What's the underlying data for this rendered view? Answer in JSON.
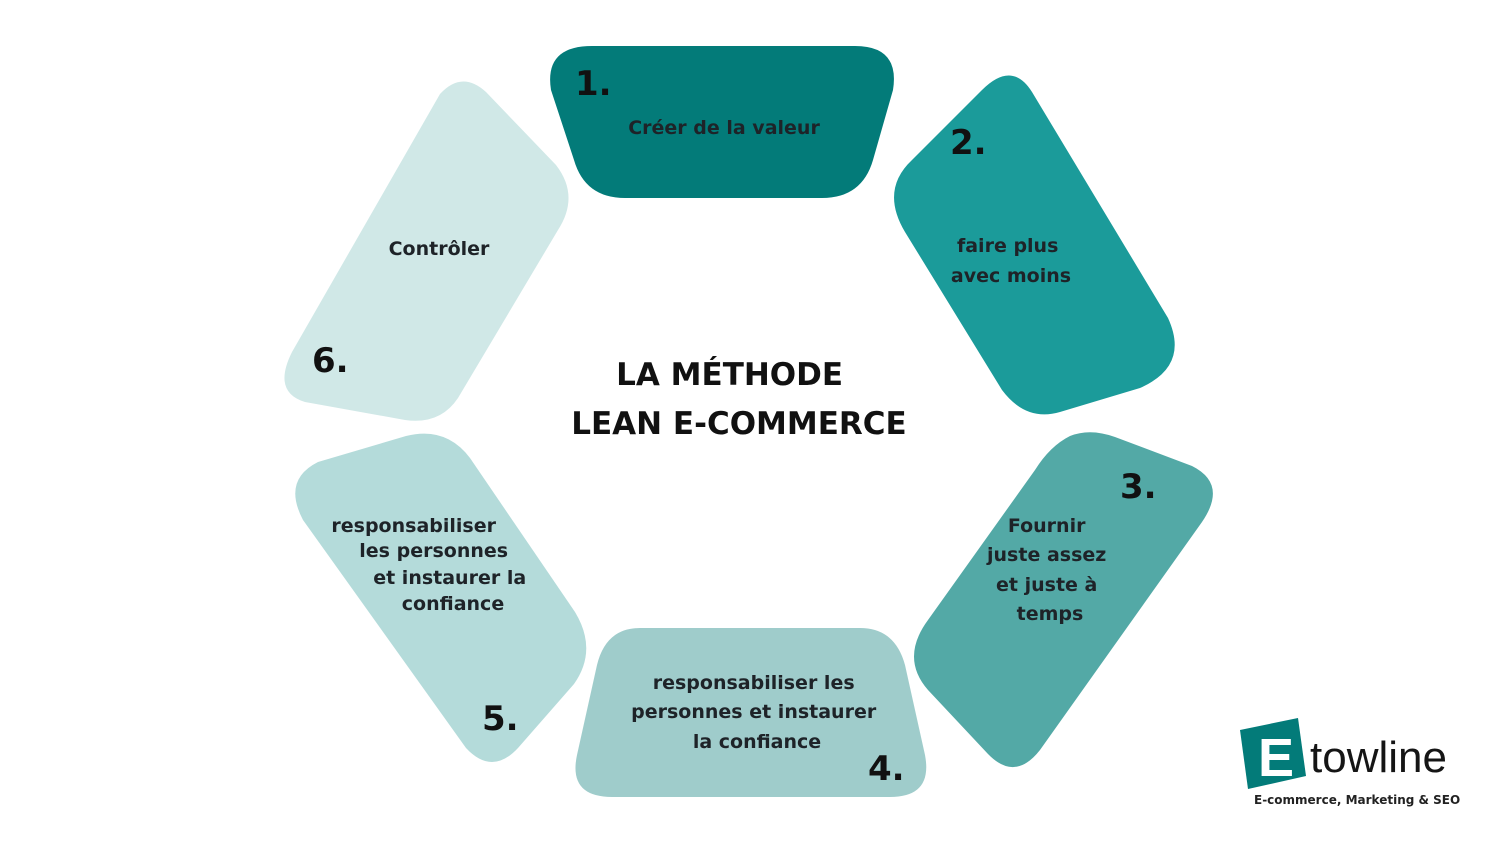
{
  "title_lines": [
    "LA MÉTHODE",
    "LEAN E-COMMERCE"
  ],
  "segments": [
    {
      "number": "1.",
      "label_lines": [
        "Créer de la valeur"
      ],
      "color": "#037b79"
    },
    {
      "number": "2.",
      "label_lines": [
        "faire plus",
        "avec moins"
      ],
      "color": "#1b9b9a"
    },
    {
      "number": "3.",
      "label_lines": [
        "Fournir",
        "juste assez",
        "et juste à",
        "temps"
      ],
      "color": "#53a9a6"
    },
    {
      "number": "4.",
      "label_lines": [
        "responsabiliser les",
        "personnes et instaurer",
        "la confiance"
      ],
      "color": "#9fcccb"
    },
    {
      "number": "5.",
      "label_lines": [
        "responsabiliser",
        "les personnes",
        "et instaurer la",
        "confiance"
      ],
      "color": "#b4dbda"
    },
    {
      "number": "6.",
      "label_lines": [
        "Contrôler"
      ],
      "color": "#d0e8e7"
    }
  ],
  "logo": {
    "initial": "E",
    "word": "towline",
    "tagline": "E-commerce, Marketing & SEO",
    "badge_color": "#037b79"
  }
}
